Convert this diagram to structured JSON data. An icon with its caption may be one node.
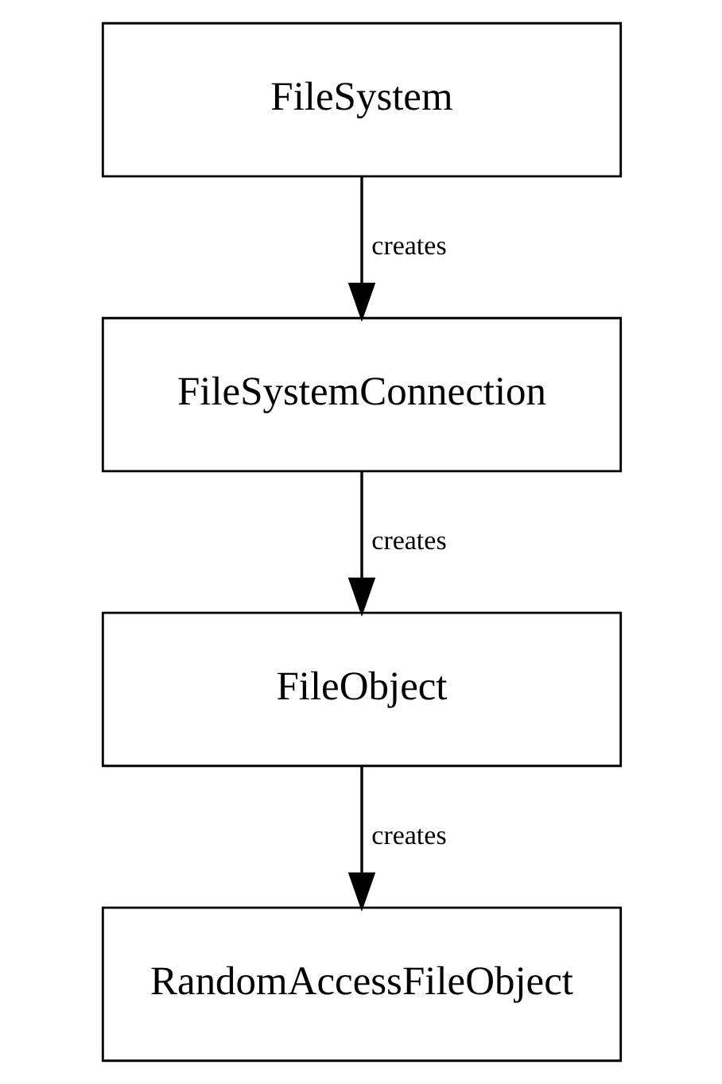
{
  "diagram": {
    "nodes": [
      {
        "text": [
          "FileSystem"
        ]
      },
      {
        "text": [
          "FileSystemConnection"
        ]
      },
      {
        "text": [
          "FileObject"
        ]
      },
      {
        "text": [
          "RandomAccessFileObject"
        ]
      }
    ],
    "edges": [
      {
        "from": 0,
        "to": 1,
        "arrow": "to",
        "label": "creates"
      },
      {
        "from": 1,
        "to": 2,
        "arrow": "to",
        "label": "creates"
      },
      {
        "from": 2,
        "to": 3,
        "arrow": "to",
        "label": "creates"
      }
    ]
  }
}
